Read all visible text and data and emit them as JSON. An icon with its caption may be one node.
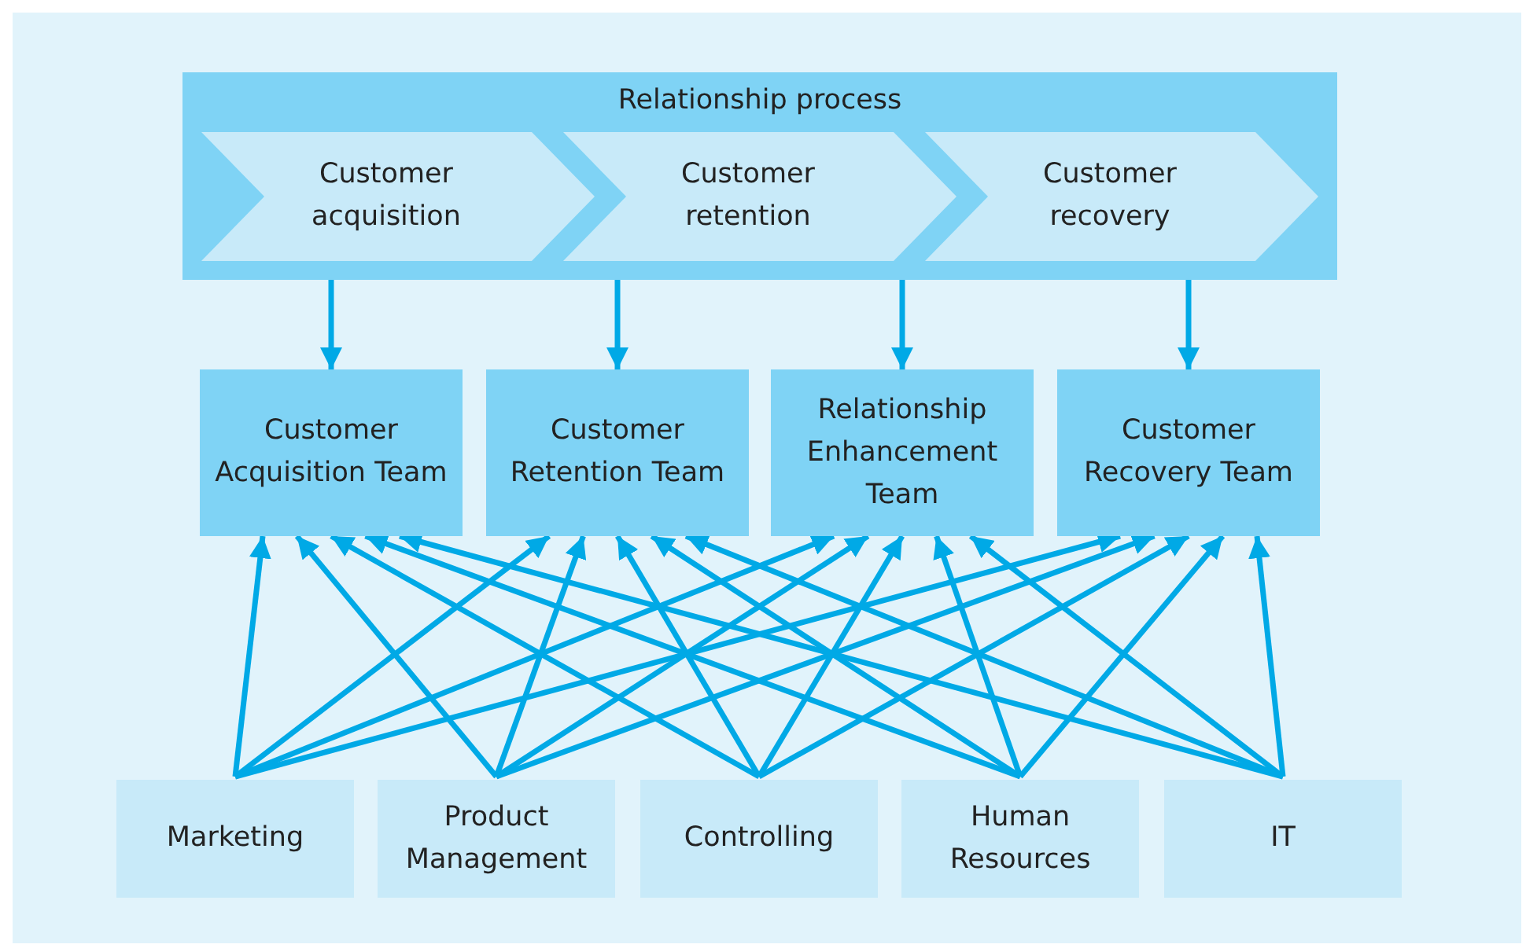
{
  "diagram": {
    "nodes": [
      {
        "text": [
          "Relationship process"
        ]
      },
      {
        "text": [
          "Customer acquisition"
        ],
        "in": 0
      },
      {
        "text": [
          "Customer retention"
        ],
        "in": 0
      },
      {
        "text": [
          "Customer recovery"
        ],
        "in": 0
      },
      {
        "text": [
          "Customer Acquisition Team"
        ]
      },
      {
        "text": [
          "Customer Retention Team"
        ]
      },
      {
        "text": [
          "Relationship Enhancement Team"
        ]
      },
      {
        "text": [
          "Customer Recovery Team"
        ]
      },
      {
        "text": [
          "Marketing"
        ]
      },
      {
        "text": [
          "Product Management"
        ]
      },
      {
        "text": [
          "Controlling"
        ]
      },
      {
        "text": [
          "Human Resources"
        ]
      },
      {
        "text": [
          "IT"
        ]
      }
    ],
    "edges": [
      {
        "from": 0,
        "to": 4,
        "arrow": "to"
      },
      {
        "from": 0,
        "to": 5,
        "arrow": "to"
      },
      {
        "from": 0,
        "to": 6,
        "arrow": "to"
      },
      {
        "from": 0,
        "to": 7,
        "arrow": "to"
      },
      {
        "from": 8,
        "to": 4,
        "arrow": "to"
      },
      {
        "from": 8,
        "to": 5,
        "arrow": "to"
      },
      {
        "from": 8,
        "to": 6,
        "arrow": "to"
      },
      {
        "from": 8,
        "to": 7,
        "arrow": "to"
      },
      {
        "from": 9,
        "to": 4,
        "arrow": "to"
      },
      {
        "from": 9,
        "to": 5,
        "arrow": "to"
      },
      {
        "from": 9,
        "to": 6,
        "arrow": "to"
      },
      {
        "from": 9,
        "to": 7,
        "arrow": "to"
      },
      {
        "from": 10,
        "to": 4,
        "arrow": "to"
      },
      {
        "from": 10,
        "to": 5,
        "arrow": "to"
      },
      {
        "from": 10,
        "to": 6,
        "arrow": "to"
      },
      {
        "from": 10,
        "to": 7,
        "arrow": "to"
      },
      {
        "from": 11,
        "to": 4,
        "arrow": "to"
      },
      {
        "from": 11,
        "to": 5,
        "arrow": "to"
      },
      {
        "from": 11,
        "to": 6,
        "arrow": "to"
      },
      {
        "from": 11,
        "to": 7,
        "arrow": "to"
      },
      {
        "from": 12,
        "to": 4,
        "arrow": "to"
      },
      {
        "from": 12,
        "to": 5,
        "arrow": "to"
      },
      {
        "from": 12,
        "to": 6,
        "arrow": "to"
      },
      {
        "from": 12,
        "to": 7,
        "arrow": "to"
      }
    ]
  }
}
